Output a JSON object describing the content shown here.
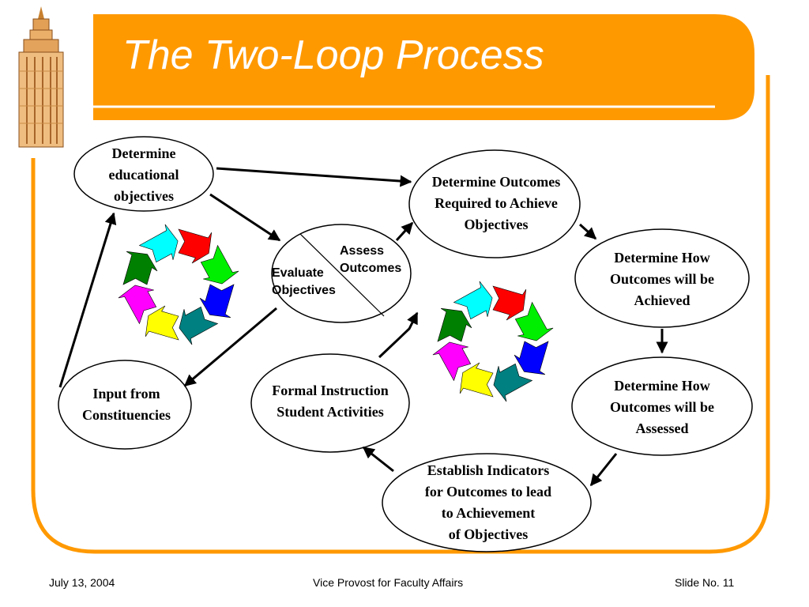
{
  "slide": {
    "title": "The Two-Loop Process",
    "footer": {
      "date": "July 13, 2004",
      "center": "Vice Provost for Faculty Affairs",
      "slide_number": "Slide No. 11"
    },
    "colors": {
      "accent": "#ff9900",
      "cycle": [
        "#ff0000",
        "#00ee00",
        "#0000ff",
        "#008080",
        "#ffff00",
        "#ff00ff",
        "#008000",
        "#00ffff"
      ]
    }
  },
  "diagram": {
    "nodes": [
      {
        "id": "determine-objectives",
        "text": "Determine\neducational\nobjectives"
      },
      {
        "id": "determine-outcomes",
        "text": "Determine Outcomes\nRequired to Achieve\nObjectives"
      },
      {
        "id": "evaluate-objectives",
        "text": "Evaluate\nObjectives"
      },
      {
        "id": "assess-outcomes",
        "text": "Assess\nOutcomes"
      },
      {
        "id": "outcomes-achieved",
        "text": "Determine How\nOutcomes will be\nAchieved"
      },
      {
        "id": "outcomes-assessed",
        "text": "Determine How\nOutcomes will be\nAssessed"
      },
      {
        "id": "input-constituencies",
        "text": "Input from\nConstituencies"
      },
      {
        "id": "formal-instruction",
        "text": "Formal Instruction\nStudent Activities"
      },
      {
        "id": "establish-indicators",
        "text": "Establish Indicators\nfor Outcomes to lead\nto Achievement\n of Objectives"
      }
    ]
  }
}
